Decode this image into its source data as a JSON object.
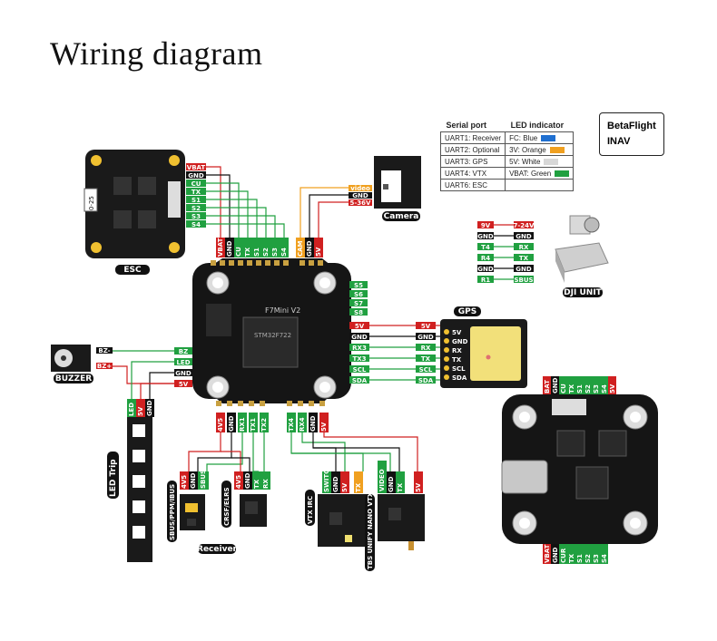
{
  "title": "Wiring diagram",
  "legend": {
    "headers": [
      "Serial port",
      "LED indicator"
    ],
    "rows": [
      {
        "port": "UART1: Receiver",
        "led": "FC: Blue",
        "color": "#1f6fd0"
      },
      {
        "port": "UART2: Optional",
        "led": "3V: Orange",
        "color": "#f0a020"
      },
      {
        "port": "UART3: GPS",
        "led": "5V: White",
        "color": "#d8d8d8"
      },
      {
        "port": "UART4: VTX",
        "led": "VBAT: Green",
        "color": "#20a040"
      },
      {
        "port": "UART6: ESC",
        "led": "",
        "color": ""
      }
    ]
  },
  "firmware": [
    "BetaFlight",
    "INAV"
  ],
  "labels": {
    "esc": "ESC",
    "camera": "Camera",
    "buzzer": "BUZZER",
    "gps": "GPS",
    "dji": "DJI UNIT",
    "receiver": "Receiver",
    "led_strip": "LED Trip",
    "sbus": "SBUS/PPM/IBUS",
    "crsf": "CRSF/ELRS",
    "vtx_irc": "VTX IRC",
    "tbs": "TBS UNIFY NANO VTX",
    "esc_board_label": "0-25",
    "fc_name": "F7Mini V2",
    "chip": "STM32F722"
  },
  "esc_pins": [
    "VBAT",
    "GND",
    "CU",
    "TX",
    "S1",
    "S2",
    "S3",
    "S4"
  ],
  "esc_fc_pins": [
    "VBAT",
    "GND",
    "CU",
    "TX",
    "S1",
    "S2",
    "S3",
    "S4",
    "CAM",
    "GND",
    "5V"
  ],
  "camera_pins": [
    "video",
    "GND",
    "5-36V"
  ],
  "dji_rows": [
    [
      "9V",
      "7-24V"
    ],
    [
      "GND",
      "GND"
    ],
    [
      "T4",
      "RX"
    ],
    [
      "R4",
      "TX"
    ],
    [
      "GND",
      "GND"
    ],
    [
      "R1",
      "SBUS"
    ]
  ],
  "gps_fc": [
    "5V",
    "GND",
    "RX3",
    "TX3",
    "SCL",
    "SDA"
  ],
  "gps_wire": [
    "5V",
    "GND",
    "RX",
    "TX",
    "SCL",
    "SDA"
  ],
  "gps_pins": [
    "5V",
    "GND",
    "RX",
    "TX",
    "SCL",
    "SDA"
  ],
  "right_pads": [
    "S5",
    "S6",
    "S7",
    "S8"
  ],
  "buzzer_pins": [
    "BZ-",
    "BZ+"
  ],
  "buzzer_fc": [
    "BZ",
    "LED",
    "GND",
    "5V"
  ],
  "led_pins": [
    "LED",
    "5V",
    "GND"
  ],
  "bottom_fc": [
    "4V5",
    "GND",
    "RX1",
    "TX1",
    "TX2",
    "TX4",
    "RX4",
    "GND",
    "5V"
  ],
  "sbus_pins": [
    "4V5",
    "GND",
    "SBUS"
  ],
  "crsf_pins": [
    "4V5",
    "GND",
    "TX",
    "RX"
  ],
  "vtx_pins": [
    "SWITCH",
    "GND",
    "5V",
    "TX"
  ],
  "tbs_pins": [
    "VIDEO",
    "GND",
    "TX",
    "5V"
  ],
  "esc2_top": [
    "BAT",
    "GND",
    "CU",
    "TX",
    "S1",
    "S2",
    "S3",
    "S4",
    "5V"
  ],
  "esc2_bottom": [
    "VBAT",
    "GND",
    "CUR",
    "TX",
    "S1",
    "S2",
    "S3",
    "S4"
  ]
}
